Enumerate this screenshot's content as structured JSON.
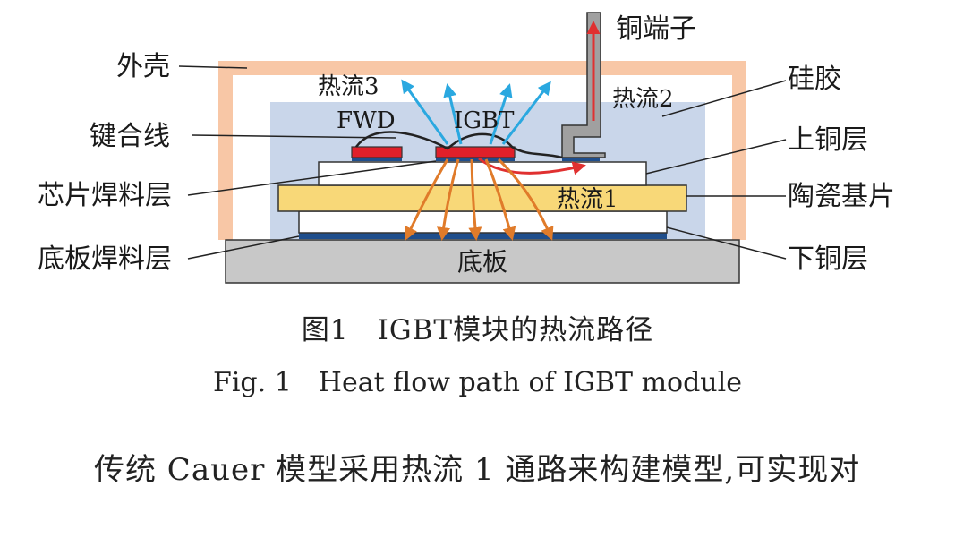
{
  "labels": {
    "shell": "外壳",
    "bond_wire": "键合线",
    "chip_solder": "芯片焊料层",
    "base_solder": "底板焊料层",
    "copper_terminal": "铜端子",
    "silicone_gel": "硅胶",
    "upper_copper": "上铜层",
    "ceramic_substrate": "陶瓷基片",
    "lower_copper": "下铜层",
    "baseplate": "底板",
    "fwd": "FWD",
    "igbt": "IGBT",
    "heat_flow_1": "热流1",
    "heat_flow_2": "热流2",
    "heat_flow_3": "热流3"
  },
  "caption": {
    "cn": "图1　IGBT模块的热流路径",
    "en": "Fig. 1　Heat flow path of IGBT module"
  },
  "body_text": "传统 Cauer 模型采用热流 1 通路来构建模型,可实现对",
  "colors": {
    "shell": "#f8c7a6",
    "gel": "#c9d6ea",
    "ceramic": "#f8d878",
    "baseplate": "#c8c8c8",
    "chip": "#e0202a",
    "heat_flow_1": "#e03030",
    "heat_flow_2": "#e03030",
    "heat_flow_3": "#2aa8e0",
    "conduction_arrows": "#e07b2a",
    "solder_line": "#1f4e8c"
  }
}
